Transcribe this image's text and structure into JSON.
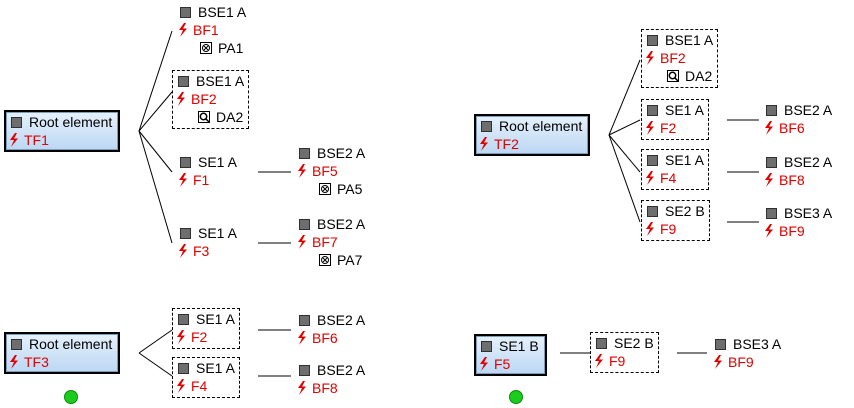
{
  "icons": {
    "element": "gray-square-icon",
    "fault": "red-lightning-icon",
    "gate_pa": "x-gate-icon",
    "gate_da": "magnifier-gate-icon"
  },
  "colors": {
    "fault_text": "#e00000",
    "root_fill": "#cfe3f8",
    "ok_dot": "#1ccc1c"
  },
  "d1": {
    "root": {
      "name": "Root element",
      "fault": "TF1"
    },
    "n1": {
      "name": "BSE1 A",
      "fault": "BF1",
      "gate": "PA1"
    },
    "n2": {
      "name": "BSE1 A",
      "fault": "BF2",
      "gate": "DA2"
    },
    "n3": {
      "name": "SE1 A",
      "fault": "F1"
    },
    "n4": {
      "name": "BSE2 A",
      "fault": "BF5",
      "gate": "PA5"
    },
    "n5": {
      "name": "SE1 A",
      "fault": "F3"
    },
    "n6": {
      "name": "BSE2 A",
      "fault": "BF7",
      "gate": "PA7"
    }
  },
  "d2": {
    "root": {
      "name": "Root element",
      "fault": "TF2"
    },
    "n1": {
      "name": "BSE1 A",
      "fault": "BF2",
      "gate": "DA2"
    },
    "n2": {
      "name": "SE1 A",
      "fault": "F2"
    },
    "n3": {
      "name": "BSE2 A",
      "fault": "BF6"
    },
    "n4": {
      "name": "SE1 A",
      "fault": "F4"
    },
    "n5": {
      "name": "BSE2 A",
      "fault": "BF8"
    },
    "n6": {
      "name": "SE2 B",
      "fault": "F9"
    },
    "n7": {
      "name": "BSE3 A",
      "fault": "BF9"
    }
  },
  "d3": {
    "root": {
      "name": "Root element",
      "fault": "TF3"
    },
    "n1": {
      "name": "SE1 A",
      "fault": "F2"
    },
    "n2": {
      "name": "BSE2 A",
      "fault": "BF6"
    },
    "n3": {
      "name": "SE1 A",
      "fault": "F4"
    },
    "n4": {
      "name": "BSE2 A",
      "fault": "BF8"
    }
  },
  "d4": {
    "root": {
      "name": "SE1 B",
      "fault": "F5"
    },
    "n1": {
      "name": "SE2 B",
      "fault": "F9"
    },
    "n2": {
      "name": "BSE3 A",
      "fault": "BF9"
    }
  }
}
